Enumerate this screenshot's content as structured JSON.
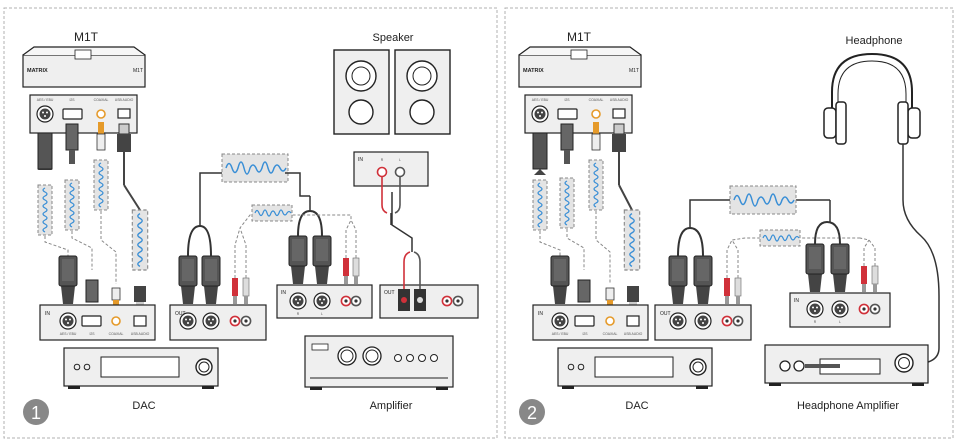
{
  "panels": [
    {
      "number": "1",
      "labels": {
        "m1t": "M1T",
        "sink": "Speaker",
        "dac": "DAC",
        "amp": "Amplifier"
      },
      "m1t_ports": [
        "AES / EBU",
        "I2S",
        "COAXIAL",
        "USB AUDIO"
      ],
      "dac_ports": [
        "AES / EBU",
        "I2S",
        "COAXIAL",
        "USB AUDIO"
      ],
      "amp_in_channels": [
        "R",
        "L"
      ],
      "speaker_channels": [
        "R",
        "L"
      ]
    },
    {
      "number": "2",
      "labels": {
        "m1t": "M1T",
        "sink": "Headphone",
        "dac": "DAC",
        "amp": "Headphone Amplifier"
      },
      "m1t_ports": [
        "AES / EBU",
        "I2S",
        "COAXIAL",
        "USB AUDIO"
      ],
      "dac_ports": [
        "AES / EBU",
        "I2S",
        "COAXIAL",
        "USB AUDIO"
      ],
      "amp_in_channels": [
        "R",
        "L"
      ]
    }
  ],
  "brand": {
    "logo_text": "MATRIX",
    "model": "M1T"
  },
  "panel_labels": {
    "in": "IN",
    "out": "OUT"
  },
  "colors": {
    "frame_border": "#b0b0b0",
    "signal_blue": "#3a8fd6",
    "signal_box": "#e4e4e4",
    "rca_red": "#d0313a",
    "coax_orange": "#e59a2a",
    "device_fill": "#efefef"
  }
}
